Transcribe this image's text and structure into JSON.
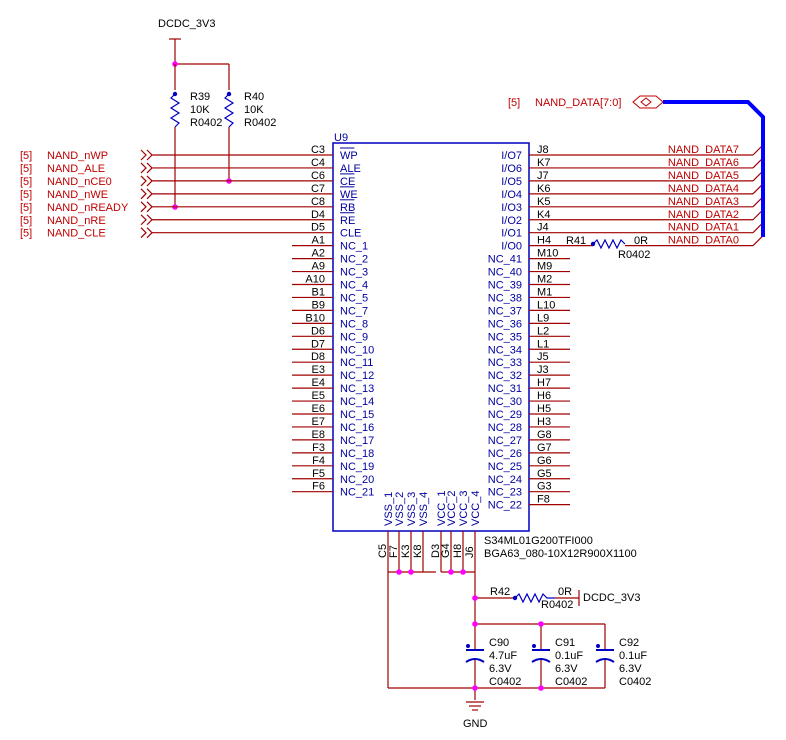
{
  "power": {
    "dcdc_top": "DCDC_3V3",
    "dcdc_r42": "DCDC_3V3",
    "gnd": "GND"
  },
  "resistors": {
    "r39": {
      "ref": "R39",
      "value": "10K",
      "pkg": "R0402"
    },
    "r40": {
      "ref": "R40",
      "value": "10K",
      "pkg": "R0402"
    },
    "r41": {
      "ref": "R41",
      "value": "0R",
      "pkg": "R0402"
    },
    "r42": {
      "ref": "R42",
      "value": "0R",
      "pkg": "R0402"
    }
  },
  "capacitors": [
    {
      "ref": "C90",
      "value": "4.7uF",
      "volt": "6.3V",
      "pkg": "C0402"
    },
    {
      "ref": "C91",
      "value": "0.1uF",
      "volt": "6.3V",
      "pkg": "C0402"
    },
    {
      "ref": "C92",
      "value": "0.1uF",
      "volt": "6.3V",
      "pkg": "C0402"
    }
  ],
  "ic": {
    "ref": "U9",
    "part": "S34ML01G200TFI000",
    "footprint": "BGA63_080-10X12R900X1100"
  },
  "bus": {
    "sheet": "[5]",
    "name": "NAND_DATA[7:0]"
  },
  "left_ctrl_pins": [
    {
      "sheet": "[5]",
      "net": "NAND_nWP",
      "ball": "C3",
      "name": "WP",
      "bar": true
    },
    {
      "sheet": "[5]",
      "net": "NAND_ALE",
      "ball": "C4",
      "name": "ALE",
      "bar": false
    },
    {
      "sheet": "[5]",
      "net": "NAND_nCE0",
      "ball": "C6",
      "name": "CE",
      "bar": true
    },
    {
      "sheet": "[5]",
      "net": "NAND_nWE",
      "ball": "C7",
      "name": "WE",
      "bar": true
    },
    {
      "sheet": "[5]",
      "net": "NAND_nREADY",
      "ball": "C8",
      "name": "RB",
      "bar": true
    },
    {
      "sheet": "[5]",
      "net": "NAND_nRE",
      "ball": "D4",
      "name": "RE",
      "bar": true
    },
    {
      "sheet": "[5]",
      "net": "NAND_CLE",
      "ball": "D5",
      "name": "CLE",
      "bar": false
    }
  ],
  "left_nc_pins": [
    {
      "ball": "A1",
      "name": "NC_1"
    },
    {
      "ball": "A2",
      "name": "NC_2"
    },
    {
      "ball": "A9",
      "name": "NC_3"
    },
    {
      "ball": "A10",
      "name": "NC_4"
    },
    {
      "ball": "B1",
      "name": "NC_5"
    },
    {
      "ball": "B9",
      "name": "NC_7"
    },
    {
      "ball": "B10",
      "name": "NC_8"
    },
    {
      "ball": "D6",
      "name": "NC_9"
    },
    {
      "ball": "D7",
      "name": "NC_10"
    },
    {
      "ball": "D8",
      "name": "NC_11"
    },
    {
      "ball": "E3",
      "name": "NC_12"
    },
    {
      "ball": "E4",
      "name": "NC_13"
    },
    {
      "ball": "E5",
      "name": "NC_14"
    },
    {
      "ball": "E6",
      "name": "NC_15"
    },
    {
      "ball": "E7",
      "name": "NC_16"
    },
    {
      "ball": "E8",
      "name": "NC_17"
    },
    {
      "ball": "F3",
      "name": "NC_18"
    },
    {
      "ball": "F4",
      "name": "NC_19"
    },
    {
      "ball": "F5",
      "name": "NC_20"
    },
    {
      "ball": "F6",
      "name": "NC_21"
    }
  ],
  "right_io_pins": [
    {
      "ball": "J8",
      "name": "I/O7",
      "net": "NAND_DATA7"
    },
    {
      "ball": "K7",
      "name": "I/O6",
      "net": "NAND_DATA6"
    },
    {
      "ball": "J7",
      "name": "I/O5",
      "net": "NAND_DATA5"
    },
    {
      "ball": "K6",
      "name": "I/O4",
      "net": "NAND_DATA4"
    },
    {
      "ball": "K5",
      "name": "I/O3",
      "net": "NAND_DATA3"
    },
    {
      "ball": "K4",
      "name": "I/O2",
      "net": "NAND_DATA2"
    },
    {
      "ball": "J4",
      "name": "I/O1",
      "net": "NAND_DATA1"
    },
    {
      "ball": "H4",
      "name": "I/O0",
      "net": "NAND_DATA0"
    }
  ],
  "right_nc_pins": [
    {
      "ball": "M10",
      "name": "NC_41"
    },
    {
      "ball": "M9",
      "name": "NC_40"
    },
    {
      "ball": "M2",
      "name": "NC_39"
    },
    {
      "ball": "M1",
      "name": "NC_38"
    },
    {
      "ball": "L10",
      "name": "NC_37"
    },
    {
      "ball": "L9",
      "name": "NC_36"
    },
    {
      "ball": "L2",
      "name": "NC_35"
    },
    {
      "ball": "L1",
      "name": "NC_34"
    },
    {
      "ball": "J5",
      "name": "NC_33"
    },
    {
      "ball": "J3",
      "name": "NC_32"
    },
    {
      "ball": "H7",
      "name": "NC_31"
    },
    {
      "ball": "H6",
      "name": "NC_30"
    },
    {
      "ball": "H5",
      "name": "NC_29"
    },
    {
      "ball": "H3",
      "name": "NC_28"
    },
    {
      "ball": "G8",
      "name": "NC_27"
    },
    {
      "ball": "G7",
      "name": "NC_26"
    },
    {
      "ball": "G6",
      "name": "NC_25"
    },
    {
      "ball": "G5",
      "name": "NC_24"
    },
    {
      "ball": "G3",
      "name": "NC_23"
    },
    {
      "ball": "F8",
      "name": "NC_22"
    }
  ],
  "bottom_pins": [
    {
      "ball": "C5",
      "name": "VSS_1"
    },
    {
      "ball": "F7",
      "name": "VSS_2"
    },
    {
      "ball": "K3",
      "name": "VSS_3"
    },
    {
      "ball": "K8",
      "name": "VSS_4"
    },
    {
      "ball": "D3",
      "name": "VCC_1"
    },
    {
      "ball": "G4",
      "name": "VCC_2"
    },
    {
      "ball": "H8",
      "name": "VCC_3"
    },
    {
      "ball": "J6",
      "name": "VCC_4"
    }
  ]
}
